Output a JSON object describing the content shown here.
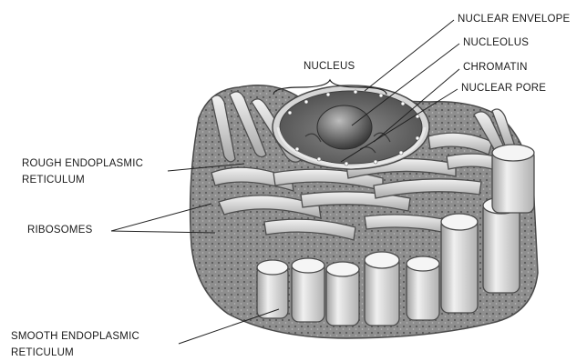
{
  "labels": {
    "nuclear_envelope": "NUCLEAR ENVELOPE",
    "nucleolus": "NUCLEOLUS",
    "nucleus": "NUCLEUS",
    "chromatin": "CHROMATIN",
    "nuclear_pore": "NUCLEAR PORE",
    "rough_er_line1": "ROUGH ENDOPLASMIC",
    "rough_er_line2": "RETICULUM",
    "ribosomes": "RIBOSOMES",
    "smooth_er_line1": "SMOOTH ENDOPLASMIC",
    "smooth_er_line2": "RETICULUM"
  },
  "colors": {
    "label_text": "#1a1a1a",
    "leader_line": "#222222",
    "membrane_dark": "#5e5e5e",
    "membrane_mid": "#9a9a9a",
    "membrane_light": "#e4e4e4",
    "nucleolus": "#6f6f6f"
  }
}
